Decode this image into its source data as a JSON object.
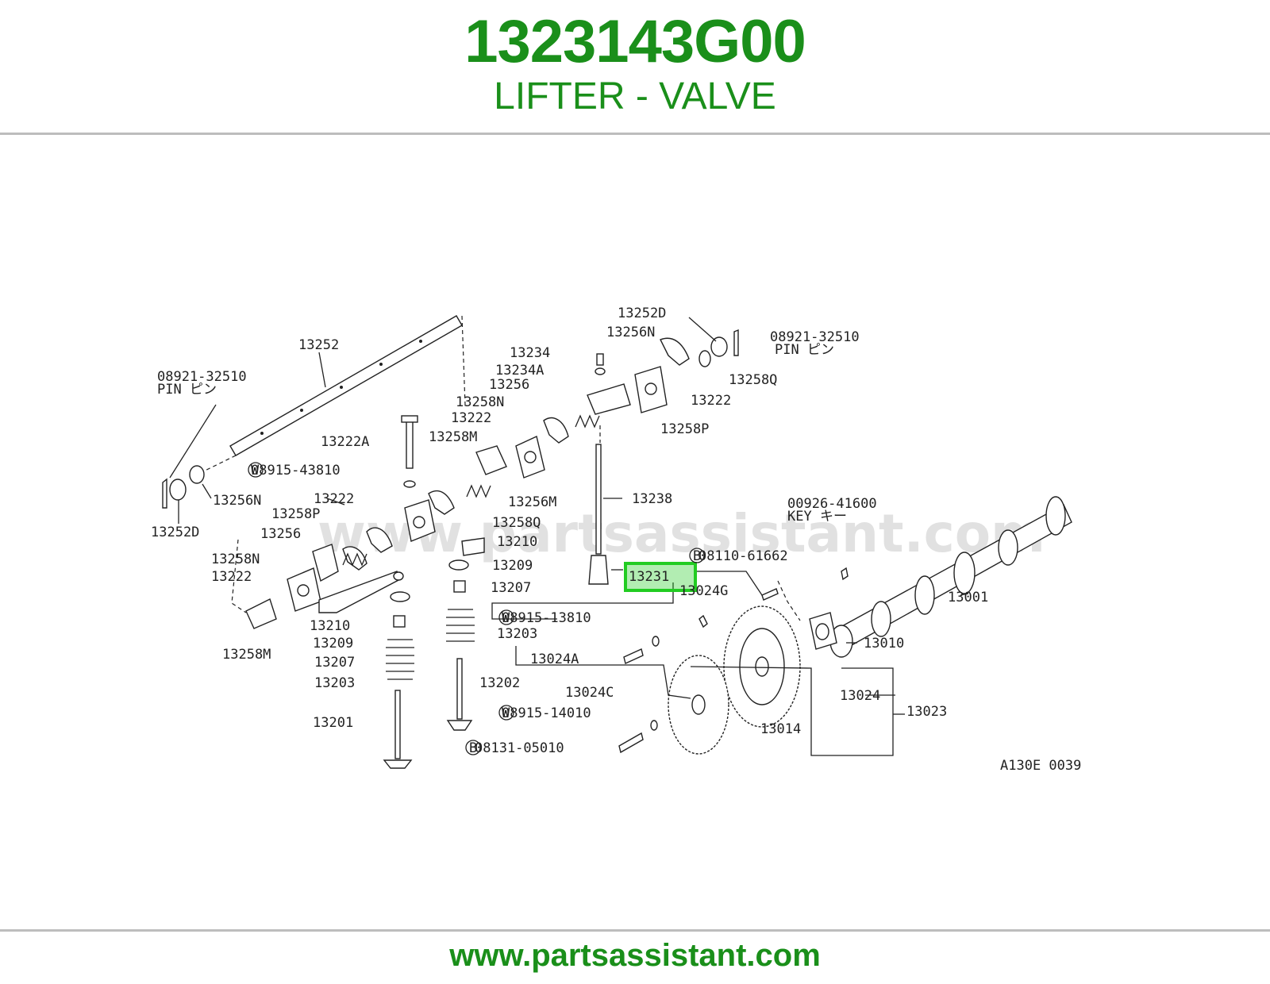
{
  "header": {
    "part_number": "1323143G00",
    "part_name": "LIFTER - VALVE"
  },
  "colors": {
    "brand_green": "#1a8f1a",
    "highlight": "#22cc22",
    "rule_gray": "#bdbdbd"
  },
  "diagram": {
    "watermark": "www.partsassistant.com",
    "code": "A130E 0039",
    "highlighted_part": "13231",
    "callouts": {
      "c13252": "13252",
      "c08921a": "08921-32510",
      "c08921a_sub": "PIN ピン",
      "c13256n_l": "13256N",
      "c13252d_l": "13252D",
      "c13222a": "13222A",
      "c13258m_top": "13258M",
      "c08915_43810": "08915-43810",
      "c13222_mid": "13222",
      "c13258p_l": "13258P",
      "c13256_l": "13256",
      "c13258n_l": "13258N",
      "c13222_l": "13222",
      "c13258m_l": "13258M",
      "c13256m": "13256M",
      "c13258q_l": "13258Q",
      "c13210_r": "13210",
      "c13209_r": "13209",
      "c13207_r": "13207",
      "c13210_l": "13210",
      "c13209_l": "13209",
      "c13207_l": "13207",
      "c13203_l": "13203",
      "c13201": "13201",
      "c13203_r": "13203",
      "c13202": "13202",
      "c13234": "13234",
      "c13234a": "13234A",
      "c13256_t": "13256",
      "c13258n_t": "13258N",
      "c13222_t": "13222",
      "c13258p_r": "13258P",
      "c13238": "13238",
      "c13231": "13231",
      "c13252d_r": "13252D",
      "c13256n_r": "13256N",
      "c08921b": "08921-32510",
      "c08921b_sub": "PIN ピン",
      "c13258q_r": "13258Q",
      "c13222_r": "13222",
      "c00926": "00926-41600",
      "c00926_sub": "KEY キー",
      "c08110": "08110-61662",
      "c13024g": "13024G",
      "c08915_13810": "08915-13810",
      "c13024a": "13024A",
      "c13024c": "13024C",
      "c08915_14010": "08915-14010",
      "c08131": "08131-05010",
      "c13014": "13014",
      "c13024": "13024",
      "c13023": "13023",
      "c13010": "13010",
      "c13001": "13001"
    }
  },
  "footer": {
    "url": "www.partsassistant.com"
  }
}
